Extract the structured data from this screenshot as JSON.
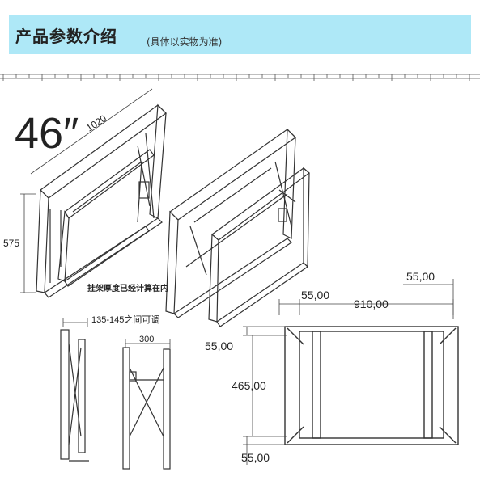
{
  "header": {
    "title": "产品参数介绍",
    "subtitle": "(具体以实物为准)"
  },
  "drawing": {
    "size_label": "46″",
    "width_label": "1020",
    "height_label": "575",
    "note": "挂架厚度已经计算在内",
    "depth_range_label": "135-145之间可调",
    "depth_label": "300",
    "dim_top_right": "55,00",
    "dim_top_left": "55,00",
    "dim_width": "910,00",
    "dim_side_top": "55,00",
    "dim_height": "465,00",
    "dim_bottom": "55,00"
  },
  "colors": {
    "banner": "#aee8f7",
    "line": "#333333"
  }
}
